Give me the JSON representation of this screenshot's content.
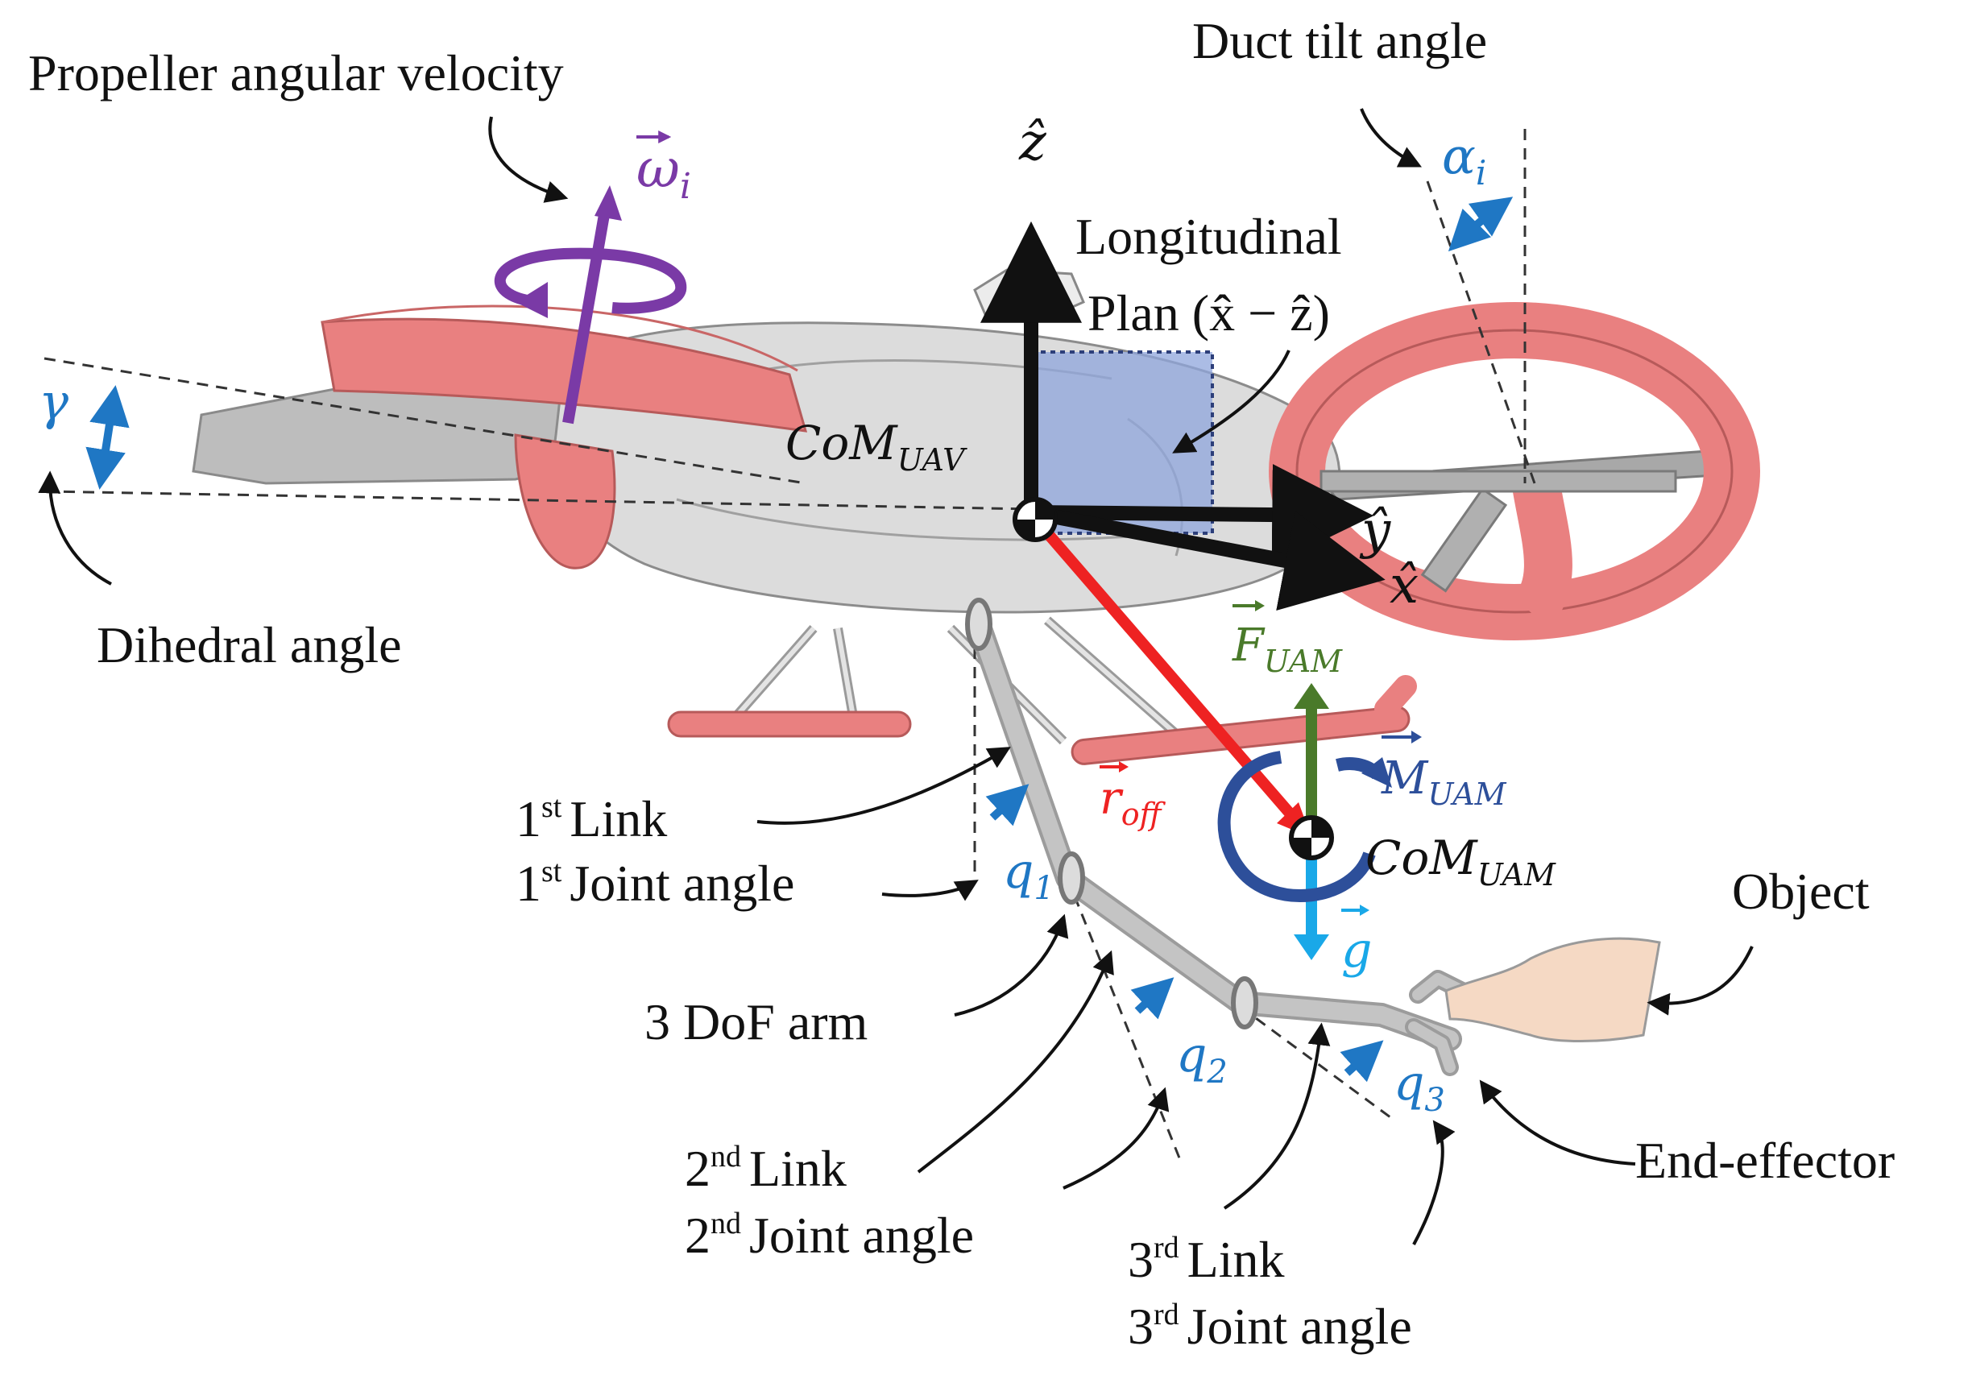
{
  "colors": {
    "blue": "#1f77c4",
    "purple": "#7a3aa6",
    "red": "#ee2222",
    "green": "#4a7a2a",
    "navy": "#2d4f9a",
    "lightblue": "#19a8e8",
    "duct": "#e98080",
    "plane": "#8fa6dc",
    "body": "#cfcfcf",
    "arm": "#b8b8b8",
    "object": "#f5d9c4"
  },
  "labels": {
    "propeller_angular_velocity": "Propeller angular velocity",
    "duct_tilt_angle": "Duct tilt angle",
    "dihedral_angle": "Dihedral angle",
    "longitudinal_1": "Longitudinal",
    "longitudinal_2": "Plan (x̂ − ẑ)",
    "link1": "Link",
    "joint1": "Joint angle",
    "arm": "3 DoF arm",
    "link2": "Link",
    "joint2": "Joint angle",
    "link3": "Link",
    "joint3": "Joint angle",
    "object": "Object",
    "end_effector": "End-effector",
    "ord1": "1",
    "ord2": "2",
    "ord3": "3",
    "sup_st": "st",
    "sup_nd": "nd",
    "sup_rd": "rd"
  },
  "symbols": {
    "omega": "ω",
    "omega_sub": "i",
    "alpha": "α",
    "alpha_sub": "i",
    "gamma": "γ",
    "z_hat": "ẑ",
    "y_hat": "ŷ",
    "x_hat": "x̂",
    "com_uav": "CoM",
    "com_uav_sub": "UAV",
    "com_uam": "CoM",
    "com_uam_sub": "UAM",
    "F": "F",
    "F_sub": "UAM",
    "M": "M",
    "M_sub": "UAM",
    "r": "r",
    "r_sub": "off",
    "g": "g",
    "q": "q",
    "q1_sub": "1",
    "q2_sub": "2",
    "q3_sub": "3"
  }
}
